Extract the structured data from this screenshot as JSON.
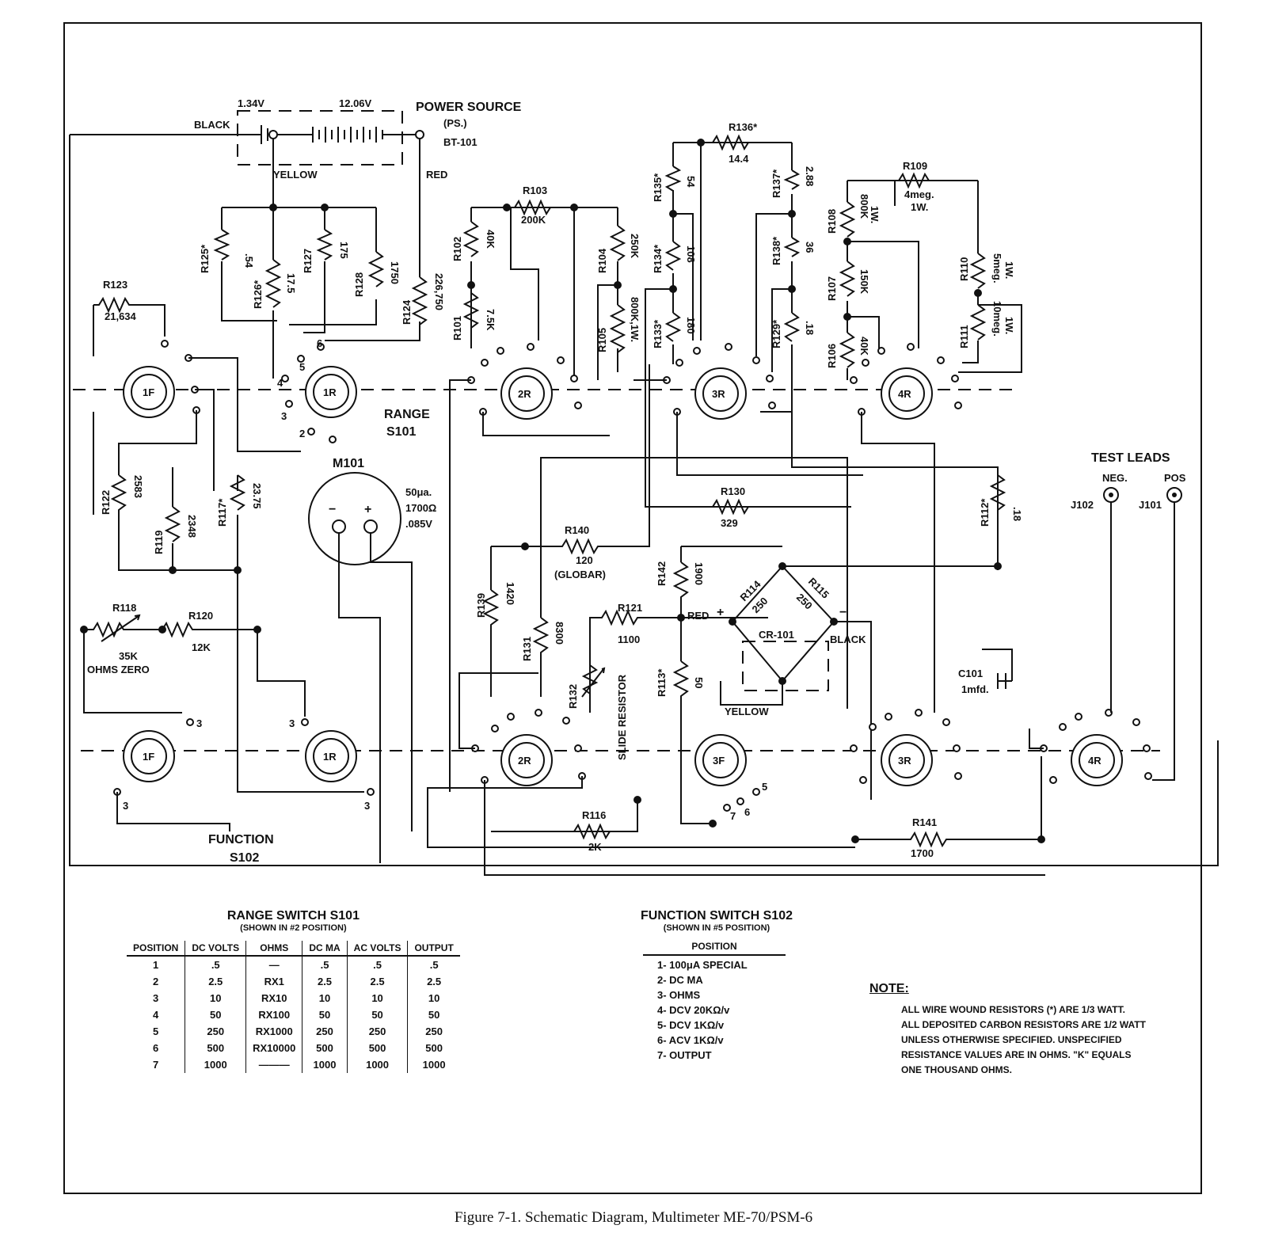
{
  "caption": "Figure 7-1. Schematic Diagram, Multimeter ME-70/PSM-6",
  "power": {
    "title": "POWER SOURCE",
    "ps": "(PS.)",
    "ref": "BT-101",
    "v1": "1.34V",
    "v2": "12.06V",
    "black": "BLACK",
    "yellow": "YELLOW",
    "red": "RED"
  },
  "resistors": {
    "R123": {
      "ref": "R123",
      "val": "21,634"
    },
    "R125": {
      "ref": "R125*",
      "val": ".54"
    },
    "R126": {
      "ref": "R126*",
      "val": "17.5"
    },
    "R127": {
      "ref": "R127",
      "val": "175"
    },
    "R128": {
      "ref": "R128",
      "val": "1750"
    },
    "R124": {
      "ref": "R124",
      "val": "226,750"
    },
    "R103": {
      "ref": "R103",
      "val": "200K"
    },
    "R102": {
      "ref": "R102",
      "val": "40K"
    },
    "R101": {
      "ref": "R101",
      "val": "7.5K"
    },
    "R104": {
      "ref": "R104",
      "val": "250K"
    },
    "R105": {
      "ref": "R105",
      "val": "800K,1W."
    },
    "R136": {
      "ref": "R136*",
      "val": "14.4"
    },
    "R135": {
      "ref": "R135*",
      "val": "54"
    },
    "R134": {
      "ref": "R134*",
      "val": "108"
    },
    "R133": {
      "ref": "R133*",
      "val": "180"
    },
    "R137": {
      "ref": "R137*",
      "val": "2.88"
    },
    "R138": {
      "ref": "R138*",
      "val": "36"
    },
    "R129": {
      "ref": "R129*",
      "val": ".18"
    },
    "R109": {
      "ref": "R109",
      "val": "4meg.",
      "val2": "1W."
    },
    "R108": {
      "ref": "R108",
      "val": "800K",
      "val2": "1W."
    },
    "R107": {
      "ref": "R107",
      "val": "150K"
    },
    "R106": {
      "ref": "R106",
      "val": "40K"
    },
    "R110": {
      "ref": "R110",
      "val": "5meg.",
      "val2": "1W."
    },
    "R111": {
      "ref": "R111",
      "val": "10meg.",
      "val2": "1W."
    },
    "R122": {
      "ref": "R122",
      "val": "2583"
    },
    "R119": {
      "ref": "R119",
      "val": "2348"
    },
    "R117": {
      "ref": "R117*",
      "val": "23.75"
    },
    "R118": {
      "ref": "R118",
      "val": "35K",
      "note": "OHMS ZERO"
    },
    "R120": {
      "ref": "R120",
      "val": "12K"
    },
    "R130": {
      "ref": "R130",
      "val": "329"
    },
    "R140": {
      "ref": "R140",
      "val": "120",
      "note": "(GLOBAR)"
    },
    "R139": {
      "ref": "R139",
      "val": "1420"
    },
    "R131": {
      "ref": "R131",
      "val": "8300"
    },
    "R121": {
      "ref": "R121",
      "val": "1100"
    },
    "R132": {
      "ref": "R132",
      "note": "SLIDE RESISTOR"
    },
    "R142": {
      "ref": "R142",
      "val": "1900"
    },
    "R113": {
      "ref": "R113*",
      "val": "50"
    },
    "R114": {
      "ref": "R114",
      "val": "250"
    },
    "R115": {
      "ref": "R115",
      "val": "250"
    },
    "R112": {
      "ref": "R112*",
      "val": ".18"
    },
    "R116": {
      "ref": "R116",
      "val": "2K"
    },
    "R141": {
      "ref": "R141",
      "val": "1700"
    }
  },
  "meter": {
    "ref": "M101",
    "spec1": "50μa.",
    "spec2": "1700Ω",
    "spec3": ".085V",
    "minus": "−",
    "plus": "+"
  },
  "bridge": {
    "ref": "CR-101",
    "red": "RED",
    "black": "BLACK",
    "yellow": "YELLOW",
    "plus": "+",
    "minus": "−"
  },
  "capacitor": {
    "ref": "C101",
    "val": "1mfd."
  },
  "switches": {
    "range_label": "RANGE",
    "range_ref": "S101",
    "function_label": "FUNCTION",
    "function_ref": "S102",
    "decks": [
      "1F",
      "1R",
      "2R",
      "3R",
      "4R",
      "1F",
      "1R",
      "2R",
      "3F",
      "3R",
      "4R"
    ]
  },
  "test_leads": {
    "title": "TEST LEADS",
    "neg": "NEG.",
    "pos": "POS",
    "j_neg": "J102",
    "j_pos": "J101"
  },
  "range_table": {
    "title": "RANGE SWITCH S101",
    "subtitle": "(SHOWN IN #2 POSITION)",
    "headers": [
      "POSITION",
      "DC VOLTS",
      "OHMS",
      "DC MA",
      "AC VOLTS",
      "OUTPUT"
    ],
    "rows": [
      [
        "1",
        ".5",
        "—",
        ".5",
        ".5",
        ".5"
      ],
      [
        "2",
        "2.5",
        "RX1",
        "2.5",
        "2.5",
        "2.5"
      ],
      [
        "3",
        "10",
        "RX10",
        "10",
        "10",
        "10"
      ],
      [
        "4",
        "50",
        "RX100",
        "50",
        "50",
        "50"
      ],
      [
        "5",
        "250",
        "RX1000",
        "250",
        "250",
        "250"
      ],
      [
        "6",
        "500",
        "RX10000",
        "500",
        "500",
        "500"
      ],
      [
        "7",
        "1000",
        "———",
        "1000",
        "1000",
        "1000"
      ]
    ]
  },
  "function_table": {
    "title": "FUNCTION SWITCH S102",
    "subtitle": "(SHOWN IN #5 POSITION)",
    "header": "POSITION",
    "items": [
      "1- 100μA SPECIAL",
      "2- DC MA",
      "3- OHMS",
      "4- DCV 20KΩ/v",
      "5- DCV 1KΩ/v",
      "6- ACV 1KΩ/v",
      "7- OUTPUT"
    ]
  },
  "note": {
    "title": "NOTE:",
    "lines": [
      "ALL WIRE WOUND RESISTORS (*) ARE 1/3 WATT.",
      "ALL DEPOSITED CARBON RESISTORS ARE 1/2 WATT UNLESS OTHERWISE SPECIFIED. UNSPECIFIED RESISTANCE VALUES ARE IN OHMS. \"K\" EQUALS ONE THOUSAND OHMS."
    ]
  }
}
